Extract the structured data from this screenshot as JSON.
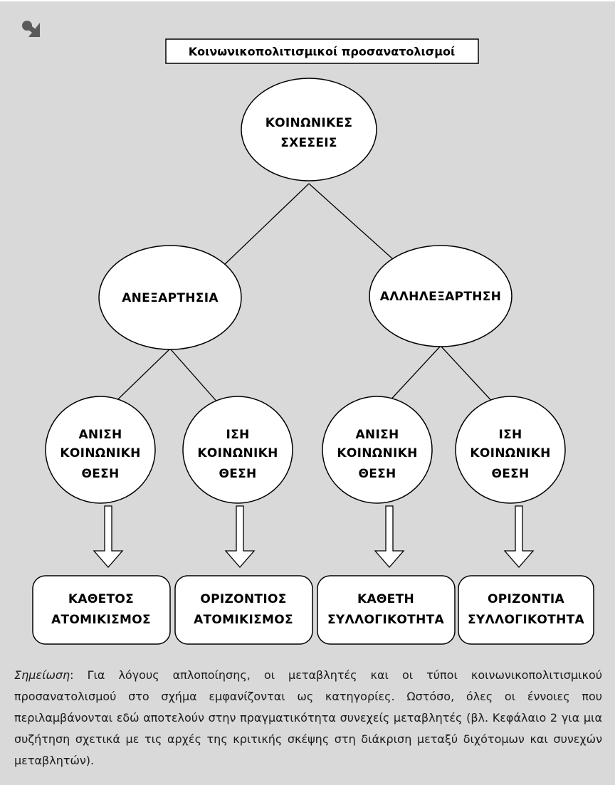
{
  "title": "Κοινωνικοπολιτισμικοί προσανατολισμοί",
  "icons": {
    "corner": "arrow-down-right-icon"
  },
  "colors": {
    "panel": "#d9d9d9",
    "node_fill": "#ffffff",
    "stroke": "#000000",
    "icon": "#5a5a5a"
  },
  "root": {
    "lines": [
      "ΚΟΙΝΩΝΙΚΕΣ",
      "ΣΧΕΣΕΙΣ"
    ]
  },
  "branches": [
    {
      "label": "ΑΝΕΞΑΡΤΗΣΙΑ",
      "children": [
        {
          "lines": [
            "ΑΝΙΣΗ",
            "ΚΟΙΝΩΝΙΚΗ",
            "ΘΕΣΗ"
          ],
          "outcome": [
            "ΚΑΘΕΤΟΣ",
            "ΑΤΟΜΙΚΙΣΜΟΣ"
          ]
        },
        {
          "lines": [
            "ΙΣΗ",
            "ΚΟΙΝΩΝΙΚΗ",
            "ΘΕΣΗ"
          ],
          "outcome": [
            "ΟΡΙΖΟΝΤΙΟΣ",
            "ΑΤΟΜΙΚΙΣΜΟΣ"
          ]
        }
      ]
    },
    {
      "label": "ΑΛΛΗΛΕΞΑΡΤΗΣΗ",
      "children": [
        {
          "lines": [
            "ΑΝΙΣΗ",
            "ΚΟΙΝΩΝΙΚΗ",
            "ΘΕΣΗ"
          ],
          "outcome": [
            "ΚΑΘΕΤΗ",
            "ΣΥΛΛΟΓΙΚΟΤΗΤΑ"
          ]
        },
        {
          "lines": [
            "ΙΣΗ",
            "ΚΟΙΝΩΝΙΚΗ",
            "ΘΕΣΗ"
          ],
          "outcome": [
            "ΟΡΙΖΟΝΤΙΑ",
            "ΣΥΛΛΟΓΙΚΟΤΗΤΑ"
          ]
        }
      ]
    }
  ],
  "note": {
    "label": "Σημείωση",
    "text": ": Για λόγους απλοποίησης, οι μεταβλητές και οι τύποι κοινωνικοπολιτισμικού προσανατολισμού στο σχήμα εμφανίζονται ως κατηγορίες. Ωστόσο, όλες οι έννοιες που περιλαμβάνονται εδώ αποτελούν στην πραγματικότητα συνεχείς μεταβλητές (βλ. Κεφάλαιο 2 για μια συζήτηση σχετικά με τις αρχές της κριτικής σκέψης στη διάκριση μεταξύ διχότομων και συνεχών μεταβλητών)."
  }
}
